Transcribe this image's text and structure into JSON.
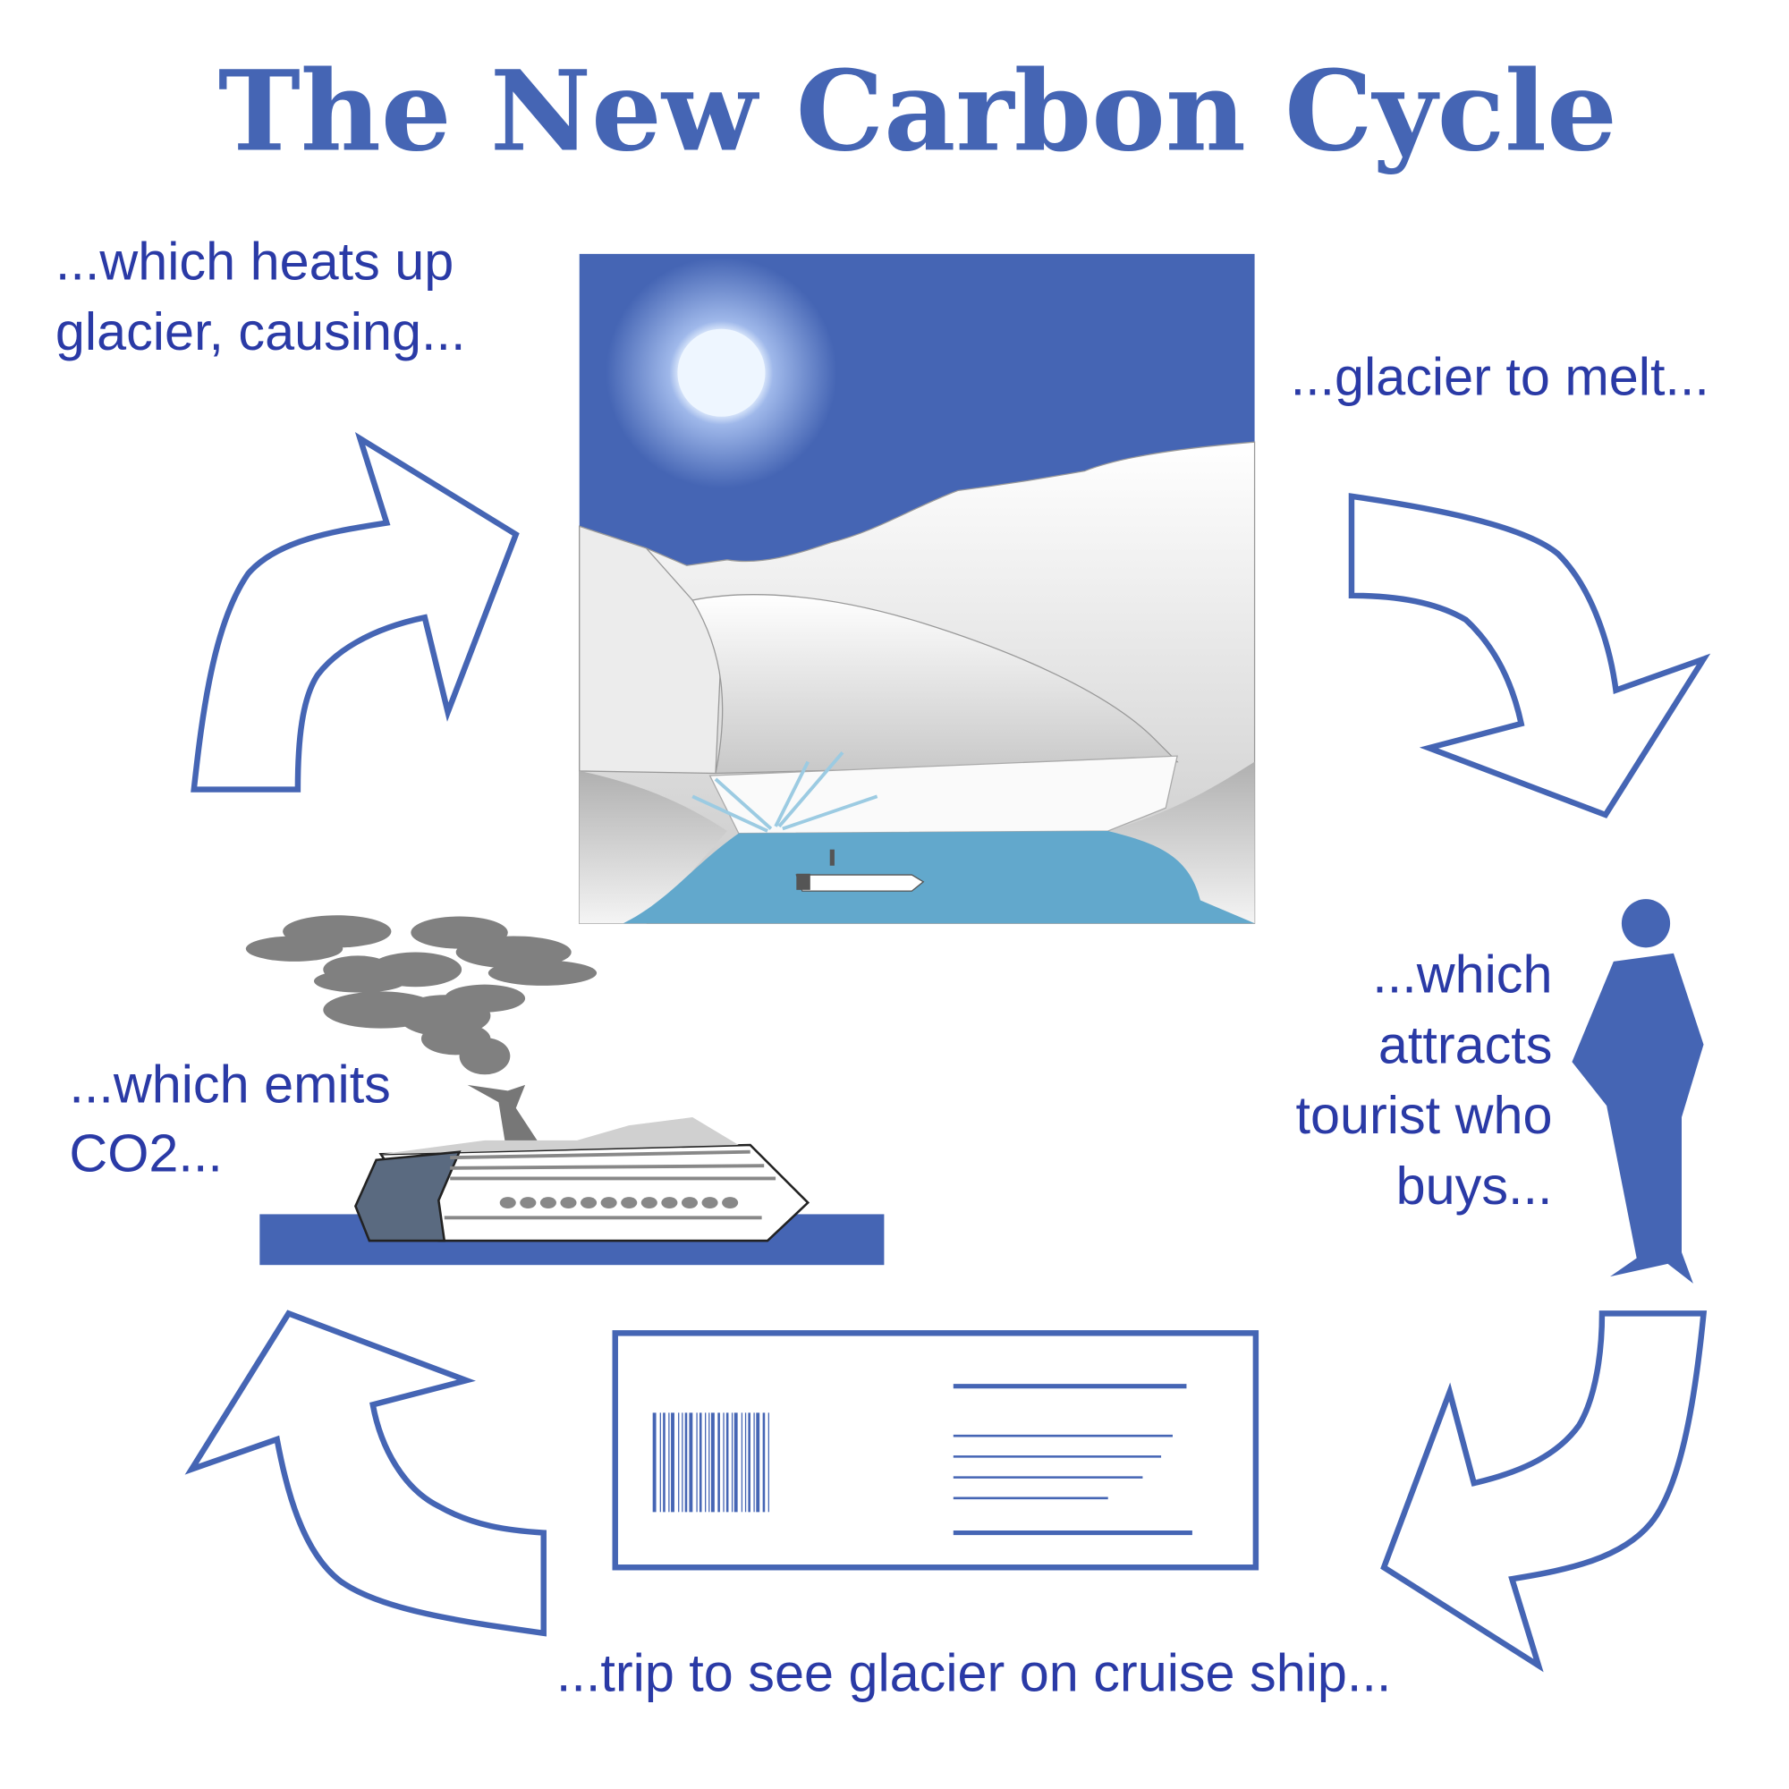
{
  "title": "The New Carbon Cycle",
  "captions": {
    "heats": [
      "...which heats up",
      "glacier, causing..."
    ],
    "melt": "...glacier to melt...",
    "attracts": [
      "...which",
      "attracts",
      "tourist who",
      "buys..."
    ],
    "trip": "...trip to see glacier on cruise ship...",
    "emits": [
      "...which emits",
      "CO2..."
    ]
  },
  "colors": {
    "accent": "#4565b4",
    "text": "#2a3aa6",
    "water": "#62a8cc",
    "smoke": "#808080"
  }
}
